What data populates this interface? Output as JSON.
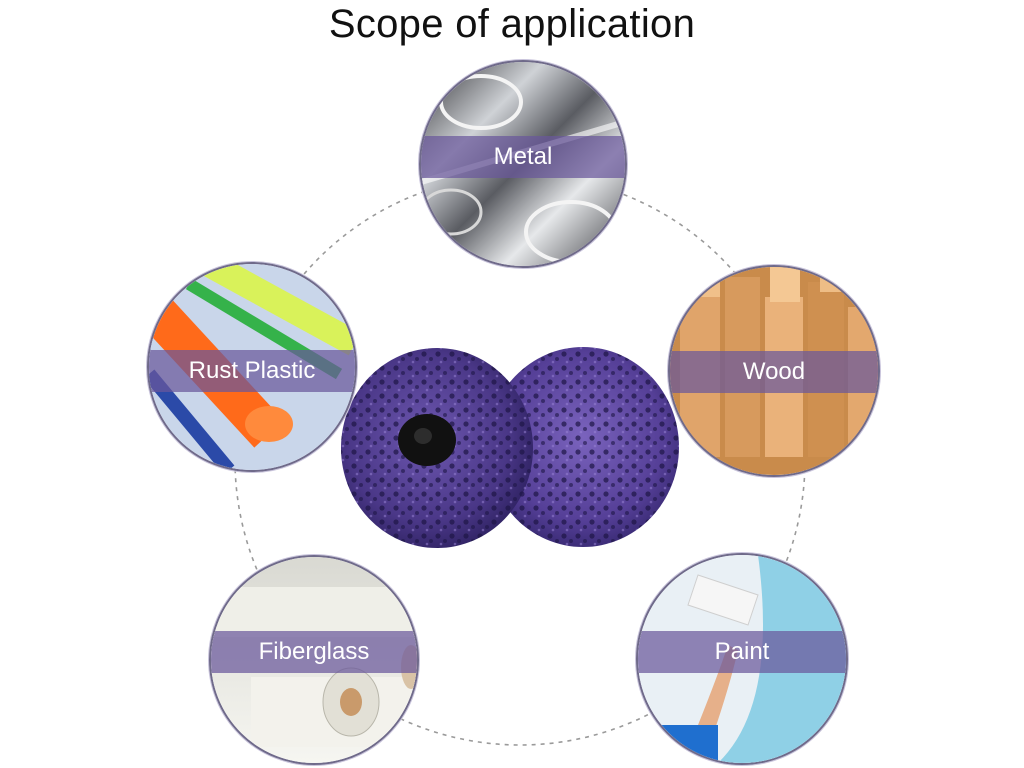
{
  "page": {
    "title": "Scope of application",
    "center_product": "purple-strip-discs",
    "accent_color": "#6a5a9c",
    "items": [
      {
        "label": "Metal",
        "image": "metal-tubes-image"
      },
      {
        "label": "Wood",
        "image": "wood-blocks-image"
      },
      {
        "label": "Paint",
        "image": "paint-roller-image"
      },
      {
        "label": "Fiberglass",
        "image": "fiberglass-rolls-image"
      },
      {
        "label": "Rust Plastic",
        "image": "plastic-rods-image"
      }
    ]
  }
}
